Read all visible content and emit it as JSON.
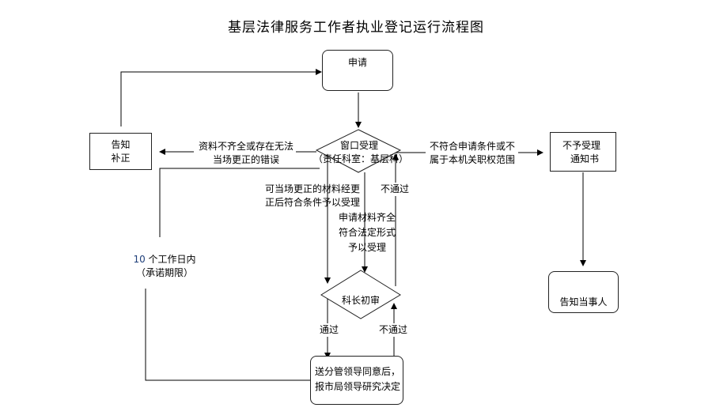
{
  "title": "基层法律服务工作者执业登记运行流程图",
  "nodes": {
    "apply": "申请",
    "window_accept_line1": "窗口受理",
    "window_accept_line2": "（责任科室：基层科）",
    "notify_correct_line1": "告知",
    "notify_correct_line2": "补正",
    "reject_notice_line1": "不予受理",
    "reject_notice_line2": "通知书",
    "notify_party": "告知当事人",
    "section_chief_review": "科长初审",
    "leader_decision_line1": "送分管领导同意后，",
    "leader_decision_line2": "报市局领导研究决定"
  },
  "labels": {
    "incomplete_line1": "资料不齐全或存在无法",
    "incomplete_line2": "当场更正的错误",
    "not_eligible_line1": "不符合申请条件或不",
    "not_eligible_line2": "属于本机关职权范围",
    "corrected_line1": "可当场更正的材料经更",
    "corrected_line2": "正后符合条件予以受理",
    "complete_line1": "申请材料齐全",
    "complete_line2": "符合法定形式",
    "complete_line3": "予以受理",
    "fail_upper": "不通过",
    "pass_lower": "通过",
    "fail_lower": "不通过",
    "deadline_number": "10",
    "deadline_rest": " 个工作日内",
    "deadline_line2": "（承诺期限）"
  }
}
